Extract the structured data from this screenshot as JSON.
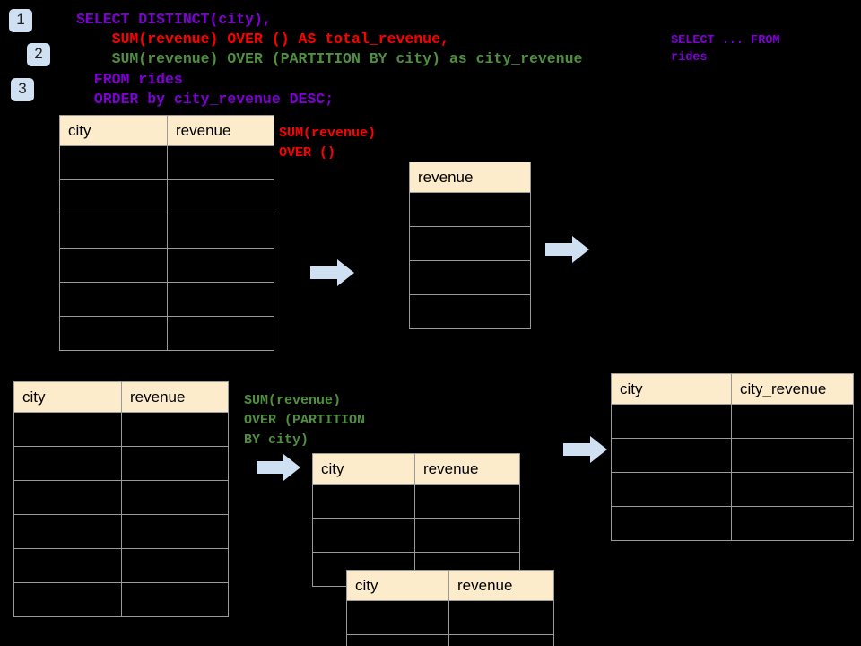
{
  "page": {
    "background": "#000000",
    "title": "SQL window function transformation diagram"
  },
  "colors": {
    "badge_bg": "#cfe0f2",
    "badge_text": "#202020",
    "header_bg": "#fceccc",
    "border": "#9a9a9a",
    "arrow_fill": "#cfe0f2",
    "code_purple": "#7f00d4",
    "code_red": "#ff0000",
    "code_green": "#4f8f3f",
    "cell_bg": "#000000"
  },
  "badges": [
    {
      "label": "1"
    },
    {
      "label": "2"
    },
    {
      "label": "3"
    }
  ],
  "query": {
    "lines": [
      {
        "text": "SELECT DISTINCT(city),",
        "color": "#7f00d4"
      },
      {
        "text": "    SUM(revenue) OVER () AS total_revenue,",
        "color": "#ff0000"
      },
      {
        "text": "    SUM(revenue) OVER (PARTITION BY city) as city_revenue",
        "color": "#4f8f3f"
      },
      {
        "text": "  FROM rides",
        "color": "#7f00d4"
      },
      {
        "text": "  ORDER by city_revenue DESC;",
        "color": "#7f00d4"
      }
    ]
  },
  "annotations": {
    "select_from_rides": {
      "text": "SELECT ... FROM\nrides",
      "color": "#7f00d4"
    },
    "sum_over_empty": {
      "text": "SUM(revenue)\nOVER ()",
      "color": "#ff0000"
    },
    "sum_over_partition": {
      "text": "SUM(revenue)\nOVER (PARTITION\nBY city)",
      "color": "#4f8f3f"
    }
  },
  "tables": {
    "source_top": {
      "name": "rides source table (top)",
      "headers": [
        "city",
        "revenue"
      ],
      "row_count": 6,
      "rows": [
        [
          "",
          ""
        ],
        [
          "",
          ""
        ],
        [
          "",
          ""
        ],
        [
          "",
          ""
        ],
        [
          "",
          ""
        ],
        [
          "",
          ""
        ]
      ]
    },
    "total_revenue": {
      "name": "total revenue single column",
      "headers": [
        "revenue"
      ],
      "row_count": 4,
      "rows": [
        [
          ""
        ],
        [
          ""
        ],
        [
          ""
        ],
        [
          ""
        ]
      ]
    },
    "source_bottom": {
      "name": "rides source table (bottom)",
      "headers": [
        "city",
        "revenue"
      ],
      "row_count": 6,
      "rows": [
        [
          "",
          ""
        ],
        [
          "",
          ""
        ],
        [
          "",
          ""
        ],
        [
          "",
          ""
        ],
        [
          "",
          ""
        ],
        [
          "",
          ""
        ]
      ]
    },
    "partition_back": {
      "name": "partition result back stack",
      "headers": [
        "city",
        "revenue"
      ],
      "row_count": 3,
      "rows": [
        [
          "",
          ""
        ],
        [
          "",
          ""
        ],
        [
          "",
          ""
        ]
      ]
    },
    "partition_front": {
      "name": "partition result front stack",
      "headers": [
        "city",
        "revenue"
      ],
      "row_count": 2,
      "rows": [
        [
          "",
          ""
        ],
        [
          "",
          ""
        ]
      ]
    },
    "final_result": {
      "name": "final result table",
      "headers": [
        "city",
        "city_revenue"
      ],
      "row_count": 4,
      "rows": [
        [
          "",
          ""
        ],
        [
          "",
          ""
        ],
        [
          "",
          ""
        ],
        [
          "",
          ""
        ]
      ]
    }
  },
  "arrows": [
    {
      "name": "arrow-source-to-total"
    },
    {
      "name": "arrow-total-to-final"
    },
    {
      "name": "arrow-source-to-partition"
    },
    {
      "name": "arrow-partition-to-final"
    }
  ]
}
